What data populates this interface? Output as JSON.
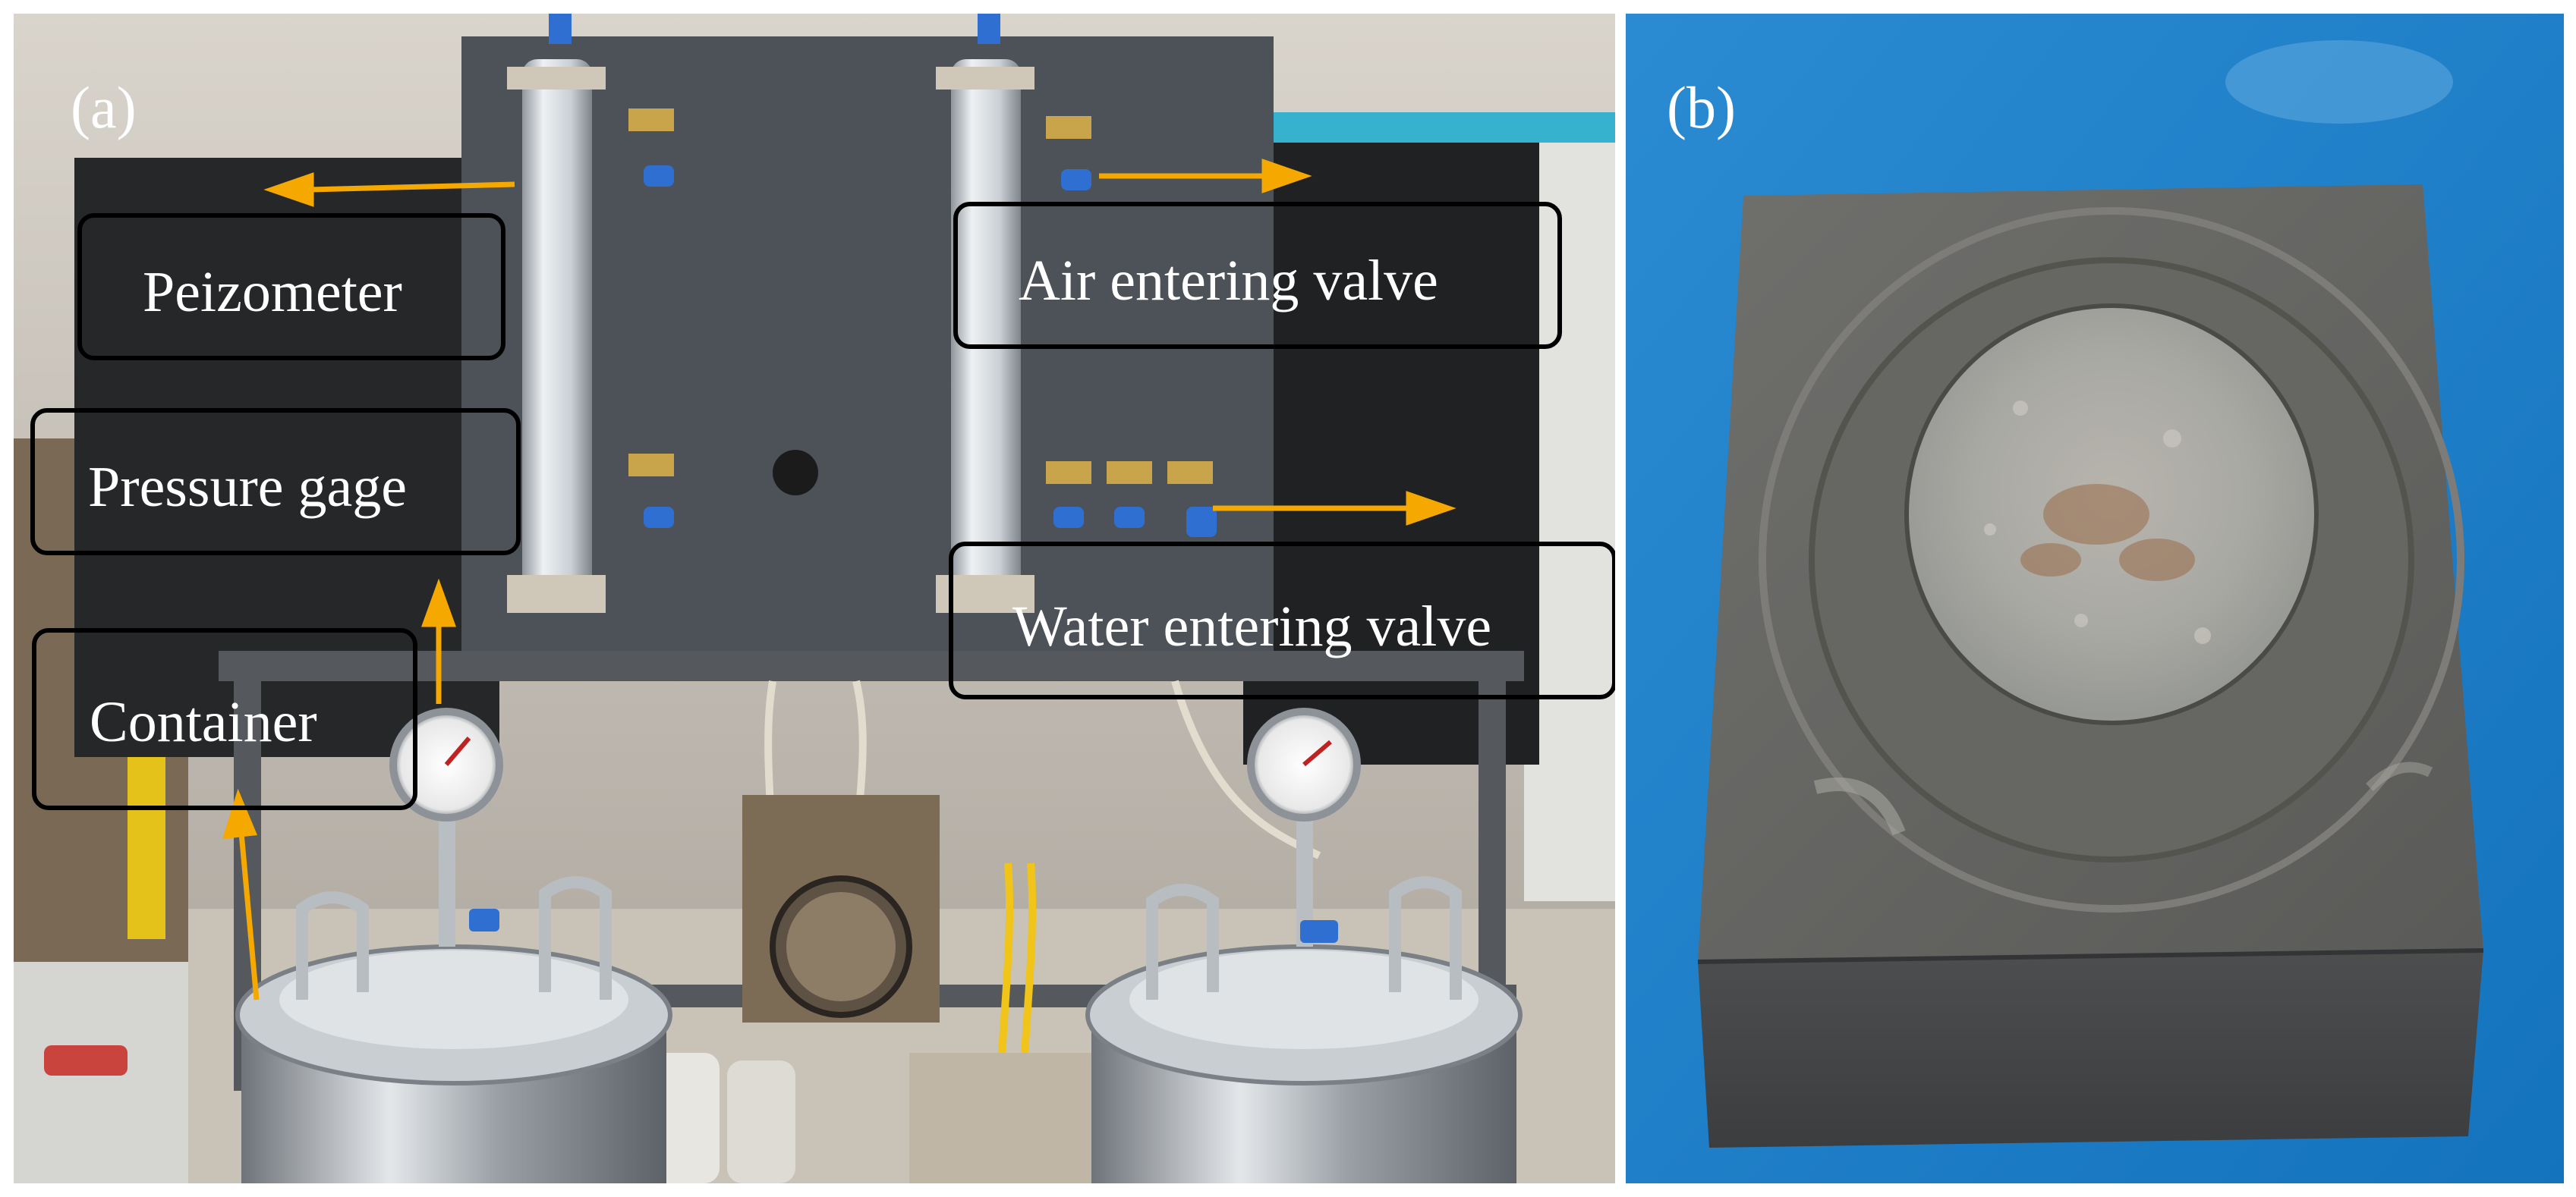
{
  "panel_a": {
    "letter": "(a)",
    "labels": {
      "peizometer": "Peizometer",
      "pressure_gage": "Pressure gage",
      "container": "Container",
      "air_valve": "Air entering valve",
      "water_valve": "Water entering valve"
    }
  },
  "panel_b": {
    "letter": "(b)"
  },
  "colors": {
    "arrow": "#f5a800",
    "callout_border": "#000000",
    "label_text": "#ffffff",
    "panel_b_background": "#1d7ec6"
  }
}
